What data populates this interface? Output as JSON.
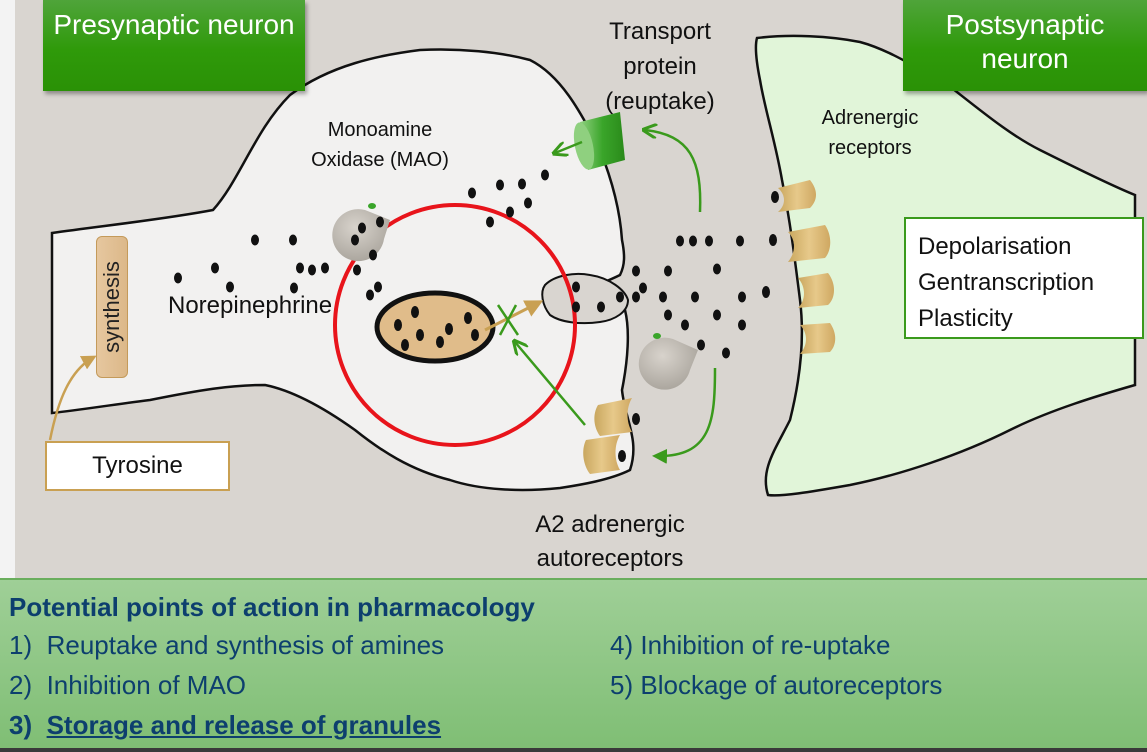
{
  "titles": {
    "presynaptic": "Presynaptic neuron",
    "postsynaptic": "Postsynaptic neuron"
  },
  "labels": {
    "transport_protein": [
      "Transport",
      "protein",
      "(reuptake)"
    ],
    "mao": [
      "Monoamine",
      "Oxidase (MAO)"
    ],
    "adrenergic_receptors": [
      "Adrenergic",
      "receptors"
    ],
    "norepinephrine": "Norepinephrine",
    "synthesis": "synthesis",
    "tyrosine": "Tyrosine",
    "autoreceptors": [
      "A2 adrenergic",
      "autoreceptors"
    ]
  },
  "effects": [
    "Depolarisation",
    "Gentranscription",
    "Plasticity"
  ],
  "pharmacology": {
    "title": "Potential points of action in pharmacology",
    "items": [
      {
        "num": "1)",
        "text": "Reuptake and synthesis of amines",
        "highlight": false
      },
      {
        "num": "2)",
        "text": "Inhibition of MAO",
        "highlight": false
      },
      {
        "num": "3)",
        "text": "Storage and release of granules",
        "highlight": true
      },
      {
        "num": "4)",
        "text": "Inhibition of re-uptake",
        "highlight": false
      },
      {
        "num": "5)",
        "text": "Blockage of autoreceptors",
        "highlight": false
      }
    ]
  },
  "colors": {
    "title_green": "#2f9a0a",
    "highlight_circle": "#e8141b",
    "arrow_green": "#3a9a1c",
    "arrow_gold": "#c9a052",
    "post_neuron_fill": "#e1f5d9",
    "pre_neuron_fill": "#f2f1f0",
    "panel_text": "#0d3f6e"
  }
}
